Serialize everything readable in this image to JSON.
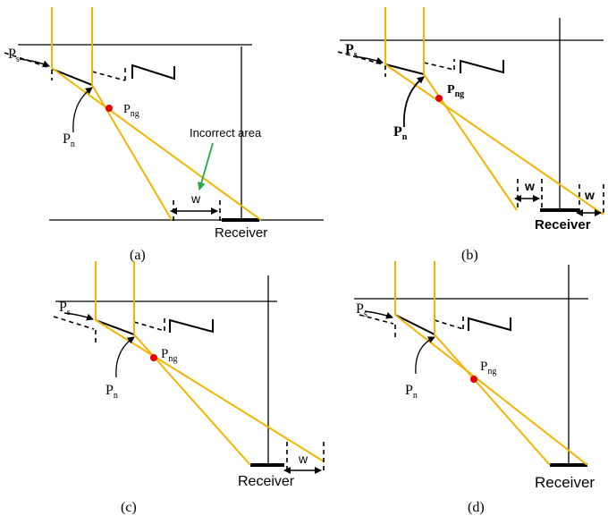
{
  "panels": {
    "a": {
      "caption": "(a)",
      "ps": "P",
      "ps_sub": "s",
      "pn": "P",
      "pn_sub": "n",
      "png": "P",
      "png_sub": "ng",
      "w": "w",
      "incorrect": "Incorrect area",
      "receiver": "Receiver"
    },
    "b": {
      "caption": "(b)",
      "ps": "P",
      "ps_sub": "s",
      "pn": "P",
      "pn_sub": "n",
      "png": "P",
      "png_sub": "ng",
      "w_left": "w",
      "w_right": "w",
      "receiver": "Receiver"
    },
    "c": {
      "caption": "(c)",
      "ps": "P",
      "ps_sub": "s",
      "pn": "P",
      "pn_sub": "n",
      "png": "P",
      "png_sub": "ng",
      "w": "w",
      "receiver": "Receiver"
    },
    "d": {
      "caption": "(d)",
      "ps": "P",
      "ps_sub": "s",
      "pn": "P",
      "pn_sub": "n",
      "png": "P",
      "png_sub": "ng",
      "receiver": "Receiver"
    }
  },
  "colors": {
    "ray": "#f5b400",
    "point": "#e60000",
    "arrow_incorrect": "#22aa44"
  }
}
